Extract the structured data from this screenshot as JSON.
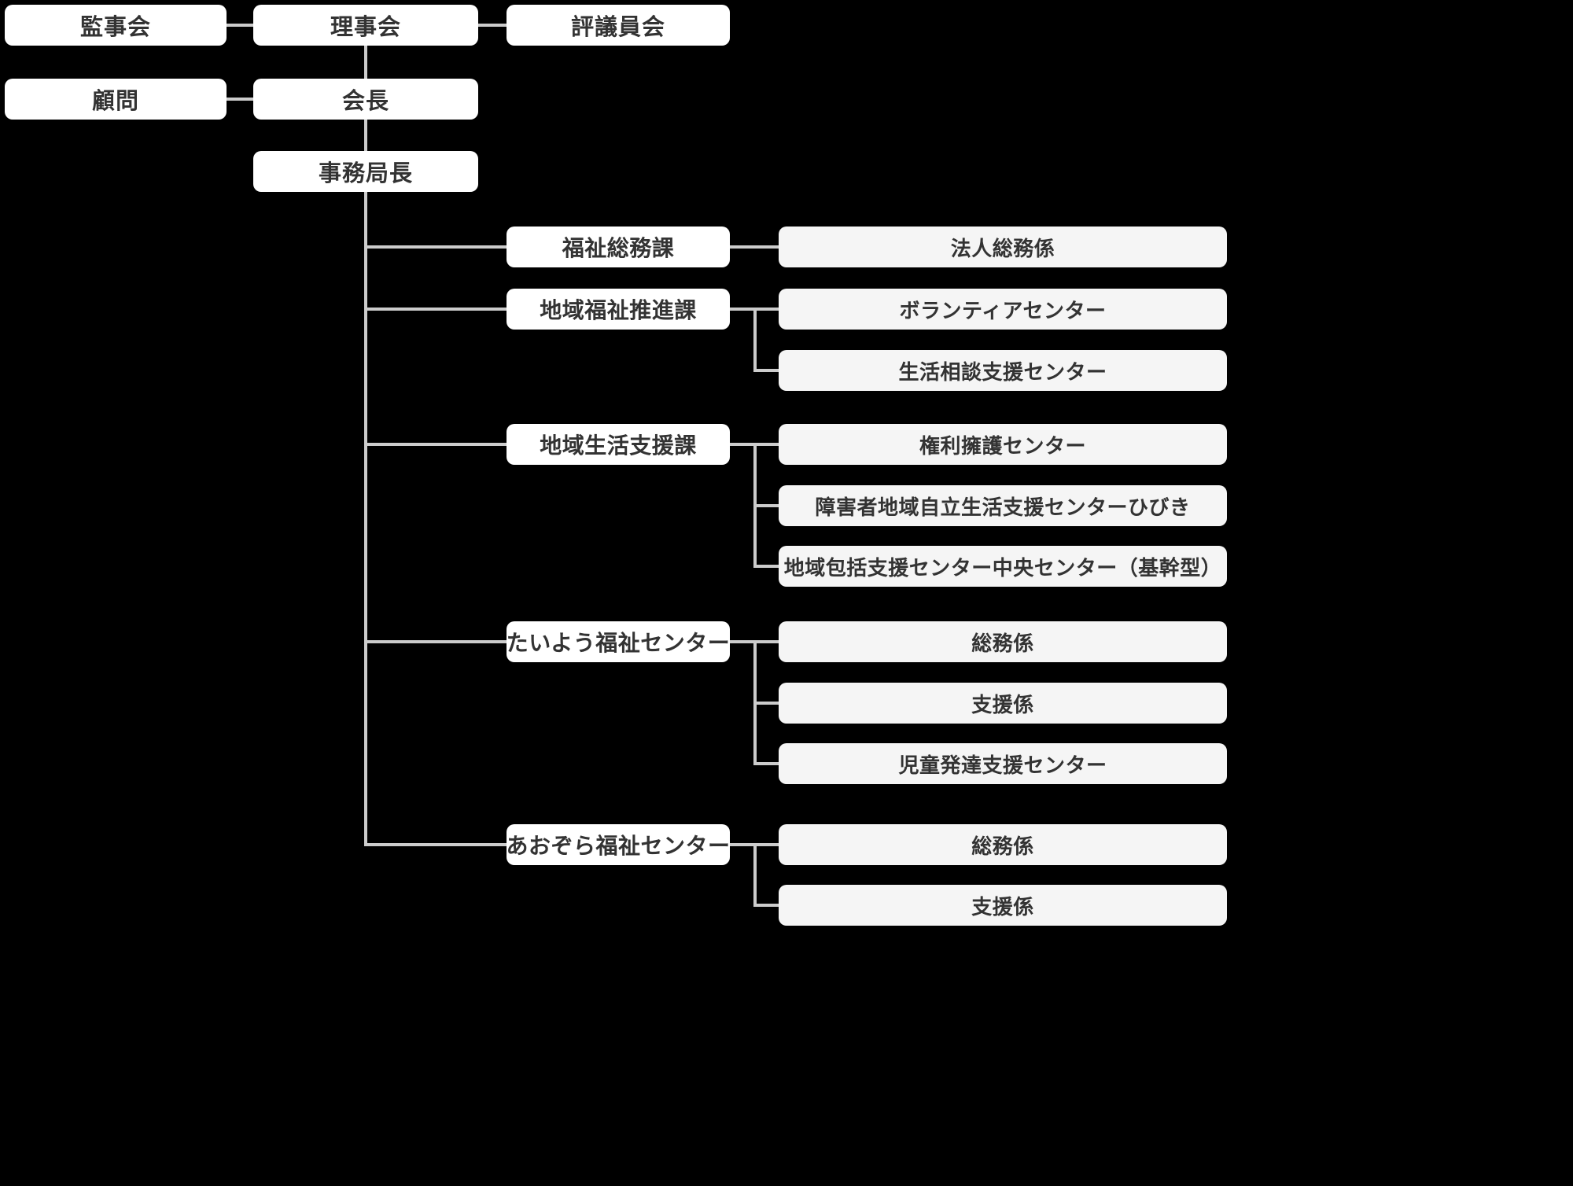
{
  "org_chart": {
    "governance": {
      "auditors": "監事会",
      "directors": "理事会",
      "councilors": "評議員会",
      "advisor": "顧問",
      "president": "会長",
      "secretary_general": "事務局長"
    },
    "departments": [
      {
        "label": "福祉総務課",
        "children": [
          "法人総務係"
        ]
      },
      {
        "label": "地域福祉推進課",
        "children": [
          "ボランティアセンター",
          "生活相談支援センター"
        ]
      },
      {
        "label": "地域生活支援課",
        "children": [
          "権利擁護センター",
          "障害者地域自立生活支援センターひびき",
          "地域包括支援センター中央センター（基幹型）"
        ]
      },
      {
        "label": "たいよう福祉センター",
        "children": [
          "総務係",
          "支援係",
          "児童発達支援センター"
        ]
      },
      {
        "label": "あおぞら福祉センター",
        "children": [
          "総務係",
          "支援係"
        ]
      }
    ],
    "colors": {
      "background": "#000000",
      "node_bg": "#ffffff",
      "child_node_bg": "#f5f5f5",
      "connector": "#cccccc",
      "text": "#333333"
    }
  }
}
